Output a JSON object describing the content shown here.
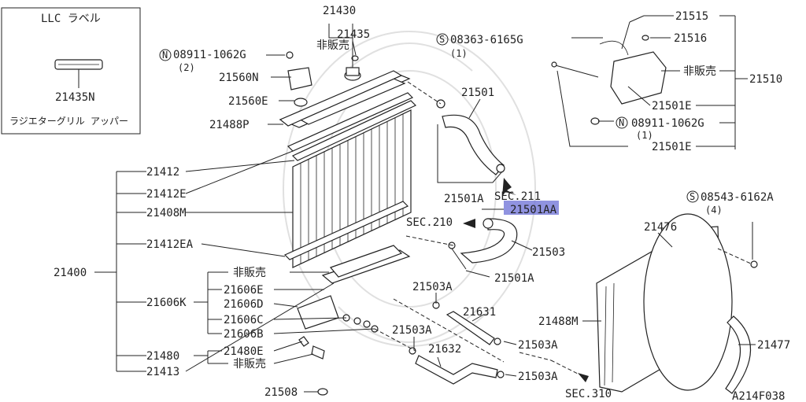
{
  "inset": {
    "title": "LLC ラベル",
    "part": "21435N",
    "caption": "ラジエターグリル アッパー"
  },
  "labels": {
    "p21430": "21430",
    "p21435": "21435",
    "nfs": "非販売",
    "bolt_n1": "08911-1062G",
    "bolt_n1_qty": "(2)",
    "p21560N": "21560N",
    "p21560E": "21560E",
    "p21488P": "21488P",
    "p21412": "21412",
    "p21412E": "21412E",
    "p21408M": "21408M",
    "p21412EA": "21412EA",
    "p21400": "21400",
    "p21606K": "21606K",
    "p21606E": "21606E",
    "p21606D": "21606D",
    "p21606C": "21606C",
    "p21606B": "21606B",
    "p21480": "21480",
    "p21480E": "21480E",
    "p21413": "21413",
    "p21508": "21508",
    "bolt_s1": "08363-6165G",
    "bolt_s1_qty": "(1)",
    "p21501": "21501",
    "p21501A_1": "21501A",
    "sec211": "SEC.211",
    "p21501AA": "21501AA",
    "sec210": "SEC.210",
    "p21503": "21503",
    "p21501A_2": "21501A",
    "p21503A_1": "21503A",
    "p21631": "21631",
    "p21503A_2": "21503A",
    "p21503A_3": "21503A",
    "p21632": "21632",
    "p21503A_4": "21503A",
    "sec310": "SEC.310",
    "p21515": "21515",
    "p21516": "21516",
    "p21510": "21510",
    "p21501E_1": "21501E",
    "bolt_n2": "08911-1062G",
    "bolt_n2_qty": "(1)",
    "p21501E_2": "21501E",
    "bolt_s2": "08543-6162A",
    "bolt_s2_qty": "(4)",
    "p21476": "21476",
    "p21488M": "21488M",
    "p21477": "21477",
    "code": "A214F038"
  },
  "symbols": {
    "n": "N",
    "s": "S"
  },
  "colors": {
    "highlight": "#6b6fd6",
    "line": "#222222"
  }
}
